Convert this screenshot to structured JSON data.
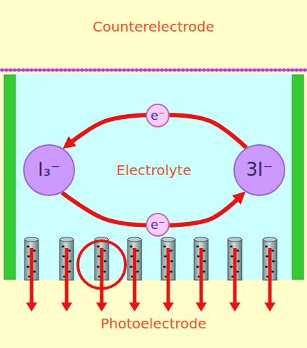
{
  "diagram": {
    "nodes": [
      {
        "text": [
          "Counterelectrode"
        ]
      },
      {
        "text": [
          "Electrolyte"
        ]
      },
      {
        "text": [
          "e⁻"
        ],
        "in": 1
      },
      {
        "text": [
          "I₃⁻"
        ],
        "in": 1
      },
      {
        "text": [
          "3I⁻"
        ],
        "in": 1
      },
      {
        "text": [
          "e⁻"
        ],
        "in": 1
      },
      {
        "text": [
          "Photoelectrode"
        ]
      }
    ],
    "edges": [
      {
        "from": 4,
        "to": 3,
        "arrow": "to"
      },
      {
        "from": 3,
        "to": 4,
        "arrow": "to"
      }
    ]
  }
}
